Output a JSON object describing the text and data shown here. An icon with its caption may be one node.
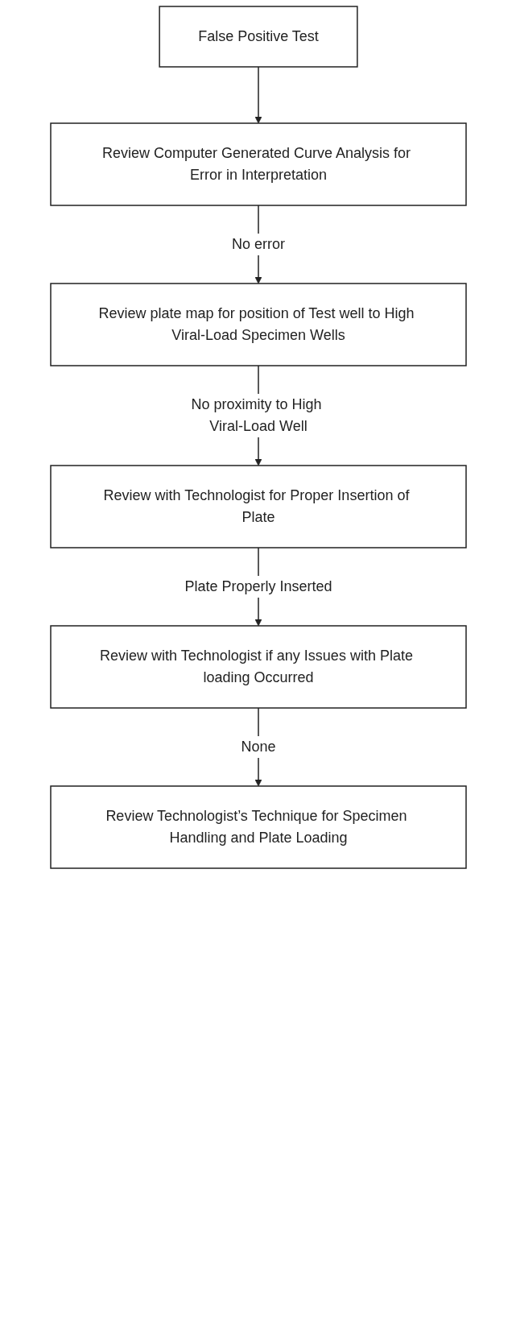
{
  "diagram": {
    "nodes": [
      {
        "text": [
          "False Positive Test"
        ]
      },
      {
        "text": [
          "Review Computer Generated Curve Analysis for Error in Interpretation"
        ]
      },
      {
        "text": [
          "Review plate map for position of Test well to High Viral-Load Specimen Wells"
        ]
      },
      {
        "text": [
          "Review with Technologist for Proper Insertion of Plate"
        ]
      },
      {
        "text": [
          "Review with Technologist if any Issues with Plate loading Occurred"
        ]
      },
      {
        "text": [
          "Review Technologist’s Technique for Specimen Handling and Plate Loading"
        ]
      }
    ],
    "edges": [
      {
        "from": 0,
        "to": 1,
        "arrow": "to"
      },
      {
        "from": 1,
        "to": 2,
        "arrow": "to",
        "label": "No error"
      },
      {
        "from": 2,
        "to": 3,
        "arrow": "to",
        "label": "No proximity to High Viral-Load Well"
      },
      {
        "from": 3,
        "to": 4,
        "arrow": "to",
        "label": "Plate Properly Inserted"
      },
      {
        "from": 4,
        "to": 5,
        "arrow": "to",
        "label": "None"
      }
    ]
  }
}
